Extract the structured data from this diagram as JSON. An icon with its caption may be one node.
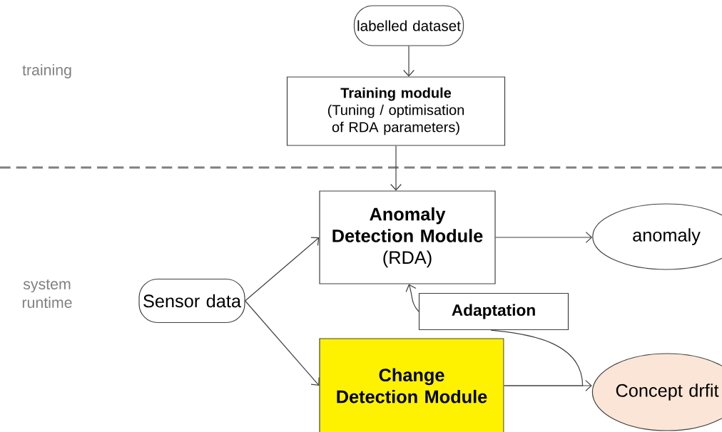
{
  "diagram": {
    "nodes": [
      {
        "text": [
          "labelled dataset"
        ]
      },
      {
        "text": [
          "Training module",
          "(Tuning / optimisation of RDA parameters)"
        ]
      },
      {
        "text": [
          "Anomaly Detection Module",
          "(RDA)"
        ]
      },
      {
        "text": [
          "anomaly"
        ]
      },
      {
        "text": [
          "Sensor data"
        ]
      },
      {
        "text": [
          "Adaptation"
        ]
      },
      {
        "text": [
          "Change Detection Module"
        ]
      },
      {
        "text": [
          "Concept drfit"
        ]
      }
    ],
    "edges": [
      {
        "from": 0,
        "to": 1,
        "arrow": "to"
      },
      {
        "from": 1,
        "to": 2,
        "arrow": "to"
      },
      {
        "from": 4,
        "to": 2,
        "arrow": "to"
      },
      {
        "from": 4,
        "to": 6,
        "arrow": "to"
      },
      {
        "from": 2,
        "to": 3,
        "arrow": "to"
      },
      {
        "from": 6,
        "to": 7,
        "arrow": "to"
      },
      {
        "from": 5,
        "to": 2,
        "arrow": "to"
      },
      {
        "from": 6,
        "to": 5,
        "arrow": "none"
      }
    ],
    "labels": [
      "training",
      "system runtime"
    ]
  }
}
